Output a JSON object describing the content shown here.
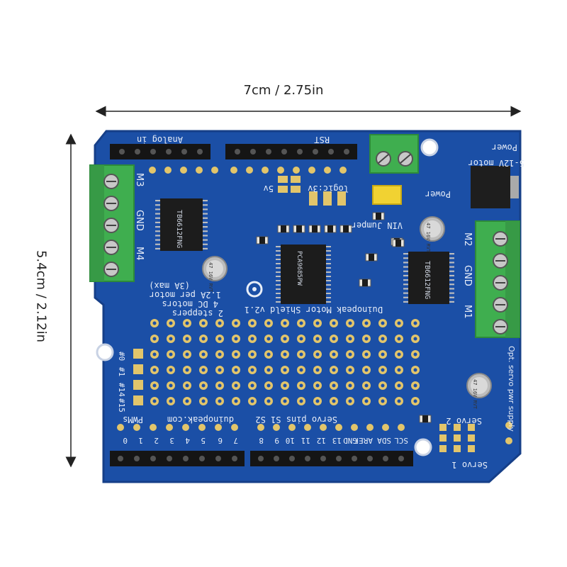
{
  "dimensions": {
    "width_label": "7cm / 2.75in",
    "height_label": "5.4cm / 2.12in"
  },
  "board": {
    "colors": {
      "pcb": "#1b4fa6",
      "pcb_edge": "#163f88",
      "terminal": "#3fae4f",
      "header": "#151515",
      "pad": "#e2c56b",
      "silk": "#e8eef8"
    },
    "title_silk": "Duinopeak Motor Shield v2.1",
    "features": [
      "2 steppers",
      "4 DC motors",
      "1.2A per motor",
      "(3A max)"
    ],
    "website": "duinopeak.com",
    "pwms_label": "PWMs",
    "header_top_left": "Analog in",
    "header_top_mid": "RST",
    "power_label": "Power",
    "power_voltage": "5-12V motor",
    "power_label2": "Power",
    "vin_jumper": "VIN Jumper",
    "logic_label": "logic:3v",
    "logic_5v": "5v",
    "motor_ports": {
      "m1": "M1",
      "m2": "M2",
      "m3": "M3",
      "m4": "M4",
      "gnd": "GND"
    },
    "servo_pins": "Servo pins S1 S2",
    "servo1": "Servo 1",
    "servo2": "Servo 2",
    "opt_servo": "Opt. servo pwr supply",
    "chip_left": "TB6612FNG",
    "chip_right": "TB6612FNG",
    "chip_center": "PCA9685PW",
    "capacitor_value": "47 16V RVT",
    "pwm_labels": [
      "#0",
      "#1",
      "#14",
      "#15"
    ],
    "digital_pins": [
      "0",
      "1",
      "2",
      "3",
      "4",
      "5",
      "6",
      "7",
      "8",
      "9",
      "10",
      "11",
      "12",
      "13",
      "GND",
      "AREF",
      "SDA",
      "SCL"
    ]
  }
}
